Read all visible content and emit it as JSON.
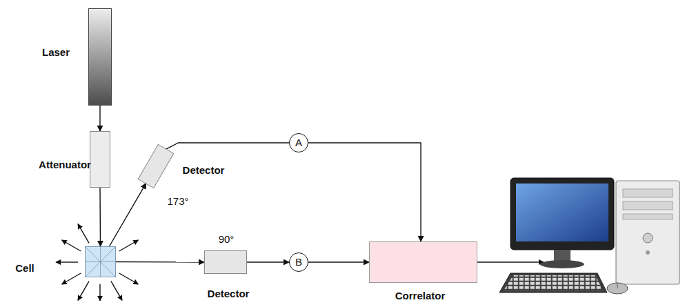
{
  "diagram": {
    "nodes": [
      {
        "text": [
          "Laser"
        ]
      },
      {
        "text": [
          "Attenuator"
        ]
      },
      {
        "text": [
          "Cell"
        ]
      },
      {
        "text": [
          "Detector",
          "173°"
        ]
      },
      {
        "text": [
          "A"
        ]
      },
      {
        "text": [
          "90°",
          "Detector"
        ]
      },
      {
        "text": [
          "B"
        ]
      },
      {
        "text": [
          "Correlator"
        ]
      }
    ],
    "edges": [
      {
        "from": 0,
        "to": 1,
        "arrow": "to"
      },
      {
        "from": 1,
        "to": 2,
        "arrow": "to"
      },
      {
        "from": 2,
        "to": 3,
        "arrow": "to"
      },
      {
        "from": 2,
        "to": 5,
        "arrow": "to"
      },
      {
        "from": 3,
        "to": 4,
        "arrow": "none"
      },
      {
        "from": 4,
        "to": 7,
        "arrow": "to"
      },
      {
        "from": 5,
        "to": 6,
        "arrow": "to"
      },
      {
        "from": 6,
        "to": 7,
        "arrow": "to"
      }
    ]
  }
}
